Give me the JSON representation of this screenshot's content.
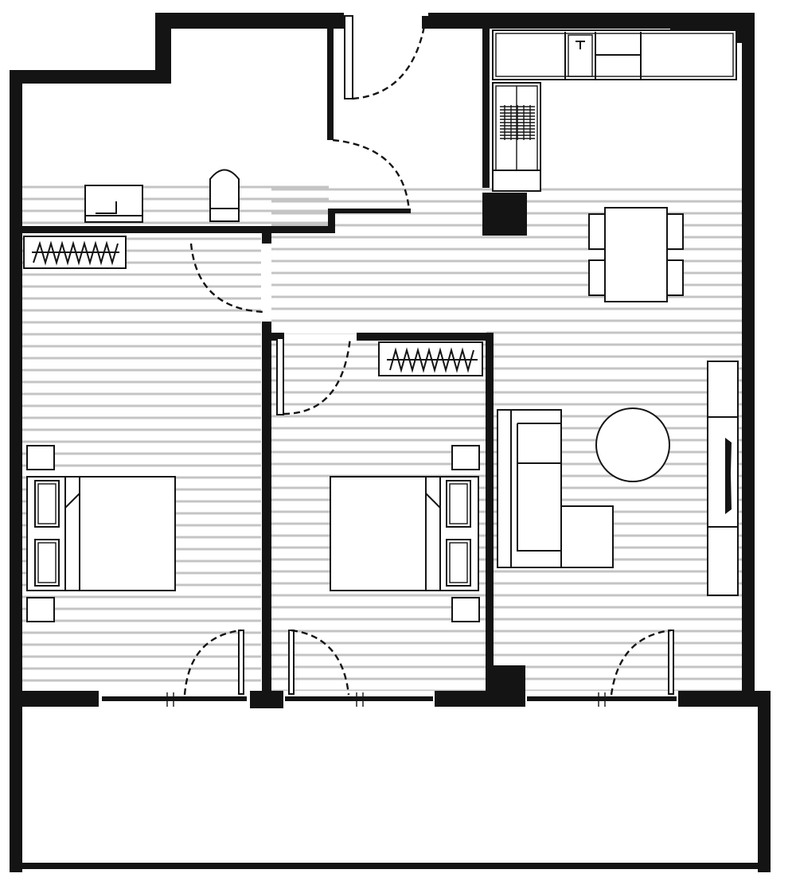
{
  "plan": {
    "colors": {
      "wall": "#141414",
      "floor_hatch": "#c4c4c4",
      "background": "#ffffff"
    },
    "rooms": [
      "hallway",
      "bedroom-left",
      "bedroom-middle",
      "kitchen-living",
      "balcony"
    ],
    "furniture": [
      "dining-table",
      "chair",
      "sofa",
      "round-table",
      "tv-unit",
      "double-bed",
      "nightstand",
      "wardrobe",
      "desk",
      "desk-chair",
      "kitchen-counter",
      "kitchen-sink",
      "stove",
      "fridge"
    ]
  }
}
